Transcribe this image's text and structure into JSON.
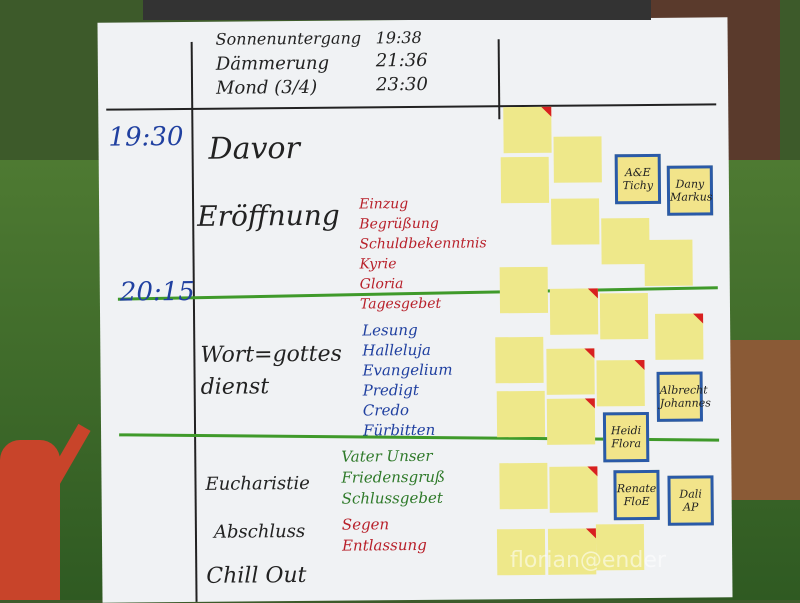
{
  "header": {
    "sunset_label": "Sonnenuntergang",
    "sunset_time": "19:38",
    "dusk_label": "Dämmerung",
    "dusk_time": "21:36",
    "moon_label": "Mond (3/4)",
    "moon_time": "23:30"
  },
  "times": [
    "19:30",
    "20:15"
  ],
  "sections": [
    {
      "title": "Davor",
      "items": []
    },
    {
      "title": "Eröffnung",
      "color": "#b8202a",
      "items": [
        "Einzug",
        "Begrüßung",
        "Schuldbekenntnis",
        "Kyrie",
        "Gloria",
        "Tagesgebet"
      ]
    },
    {
      "title": "Wort=gottesdienst",
      "color": "#2040a0",
      "items": [
        "Lesung",
        "Halleluja",
        "Evangelium",
        "Predigt",
        "Credo",
        "Fürbitten"
      ]
    },
    {
      "title": "Eucharistie",
      "color": "#2f7a2a",
      "items": [
        "Vater Unser",
        "Friedensgruß",
        "Schlussgebet"
      ]
    },
    {
      "title": "Abschluss",
      "color": "#b8202a",
      "items": [
        "Segen",
        "Entlassung"
      ]
    },
    {
      "title": "Chill Out",
      "items": []
    }
  ],
  "name_cards": [
    "A&E Tichy",
    "Dany Markus",
    "Albrecht Johannes",
    "Heidi Flora",
    "Renate FloE",
    "Dali AP"
  ],
  "watermark": "florian@ender"
}
